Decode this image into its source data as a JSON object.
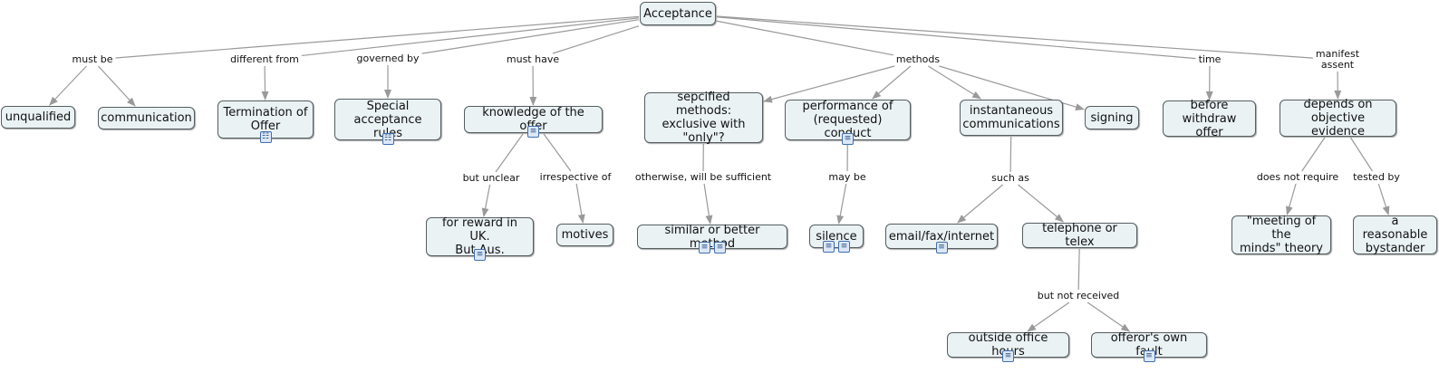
{
  "colors": {
    "node_fill": "#eaf2f4",
    "node_border": "#555d60",
    "connector": "#9a9a9a",
    "resource_icon": "#3f6fb0"
  },
  "nodes": {
    "acceptance": {
      "text": "Acceptance"
    },
    "unqualified": {
      "text": "unqualified"
    },
    "communication": {
      "text": "communication"
    },
    "termination": {
      "text": "Termination of\nOffer",
      "icons": [
        "concept-map-link-icon"
      ]
    },
    "special": {
      "text": "Special\nacceptance rules",
      "icons": [
        "concept-map-link-icon"
      ]
    },
    "knowledge": {
      "text": "knowledge of the offer",
      "icons": [
        "document-icon"
      ]
    },
    "reward": {
      "text": "for reward in UK.\nBut Aus.",
      "icons": [
        "document-icon"
      ]
    },
    "motives": {
      "text": "motives"
    },
    "specified": {
      "text": "sepcified methods:\nexclusive with\n\"only\"?"
    },
    "similar": {
      "text": "similar or better method",
      "icons": [
        "document-icon",
        "document-icon"
      ]
    },
    "performance": {
      "text": "performance of\n(requested) conduct",
      "icons": [
        "document-icon"
      ]
    },
    "silence": {
      "text": "silence",
      "icons": [
        "document-icon",
        "document-icon"
      ]
    },
    "instantaneous": {
      "text": "instantaneous\ncommunications"
    },
    "email": {
      "text": "email/fax/internet",
      "icons": [
        "document-icon"
      ]
    },
    "telephone": {
      "text": "telephone or telex"
    },
    "outside": {
      "text": "outside office hours",
      "icons": [
        "document-icon"
      ]
    },
    "offerorsfault": {
      "text": "offeror's own fault",
      "icons": [
        "document-icon"
      ]
    },
    "signing": {
      "text": "signing"
    },
    "before": {
      "text": "before\nwithdraw offer"
    },
    "depends": {
      "text": "depends on\nobjective evidence"
    },
    "meeting": {
      "text": "\"meeting of the\nminds\" theory"
    },
    "bystander": {
      "text": "a reasonable\nbystander"
    }
  },
  "links": {
    "mustbe": {
      "text": "must be"
    },
    "differentfrom": {
      "text": "different from"
    },
    "governedby": {
      "text": "governed by"
    },
    "musthave": {
      "text": "must have"
    },
    "methods": {
      "text": "methods"
    },
    "time": {
      "text": "time"
    },
    "manifest": {
      "text": "manifest\nassent"
    },
    "butunclear": {
      "text": "but unclear"
    },
    "irrespective": {
      "text": "irrespective of"
    },
    "otherwise": {
      "text": "otherwise, will be sufficient"
    },
    "maybe": {
      "text": "may be"
    },
    "suchas": {
      "text": "such as"
    },
    "butnotreceived": {
      "text": "but not received"
    },
    "doesnotrequire": {
      "text": "does not require"
    },
    "testedby": {
      "text": "tested by"
    }
  },
  "connections": [
    [
      "acceptance",
      "mustbe"
    ],
    [
      "mustbe",
      "unqualified"
    ],
    [
      "mustbe",
      "communication"
    ],
    [
      "acceptance",
      "differentfrom"
    ],
    [
      "differentfrom",
      "termination"
    ],
    [
      "acceptance",
      "governedby"
    ],
    [
      "governedby",
      "special"
    ],
    [
      "acceptance",
      "musthave"
    ],
    [
      "musthave",
      "knowledge"
    ],
    [
      "knowledge",
      "butunclear"
    ],
    [
      "butunclear",
      "reward"
    ],
    [
      "knowledge",
      "irrespective"
    ],
    [
      "irrespective",
      "motives"
    ],
    [
      "acceptance",
      "methods"
    ],
    [
      "methods",
      "specified"
    ],
    [
      "methods",
      "performance"
    ],
    [
      "methods",
      "instantaneous"
    ],
    [
      "methods",
      "signing"
    ],
    [
      "specified",
      "otherwise"
    ],
    [
      "otherwise",
      "similar"
    ],
    [
      "performance",
      "maybe"
    ],
    [
      "maybe",
      "silence"
    ],
    [
      "instantaneous",
      "suchas"
    ],
    [
      "suchas",
      "email"
    ],
    [
      "suchas",
      "telephone"
    ],
    [
      "telephone",
      "butnotreceived"
    ],
    [
      "butnotreceived",
      "outside"
    ],
    [
      "butnotreceived",
      "offerorsfault"
    ],
    [
      "acceptance",
      "time"
    ],
    [
      "time",
      "before"
    ],
    [
      "acceptance",
      "manifest"
    ],
    [
      "manifest",
      "depends"
    ],
    [
      "depends",
      "doesnotrequire"
    ],
    [
      "doesnotrequire",
      "meeting"
    ],
    [
      "depends",
      "testedby"
    ],
    [
      "testedby",
      "bystander"
    ]
  ]
}
